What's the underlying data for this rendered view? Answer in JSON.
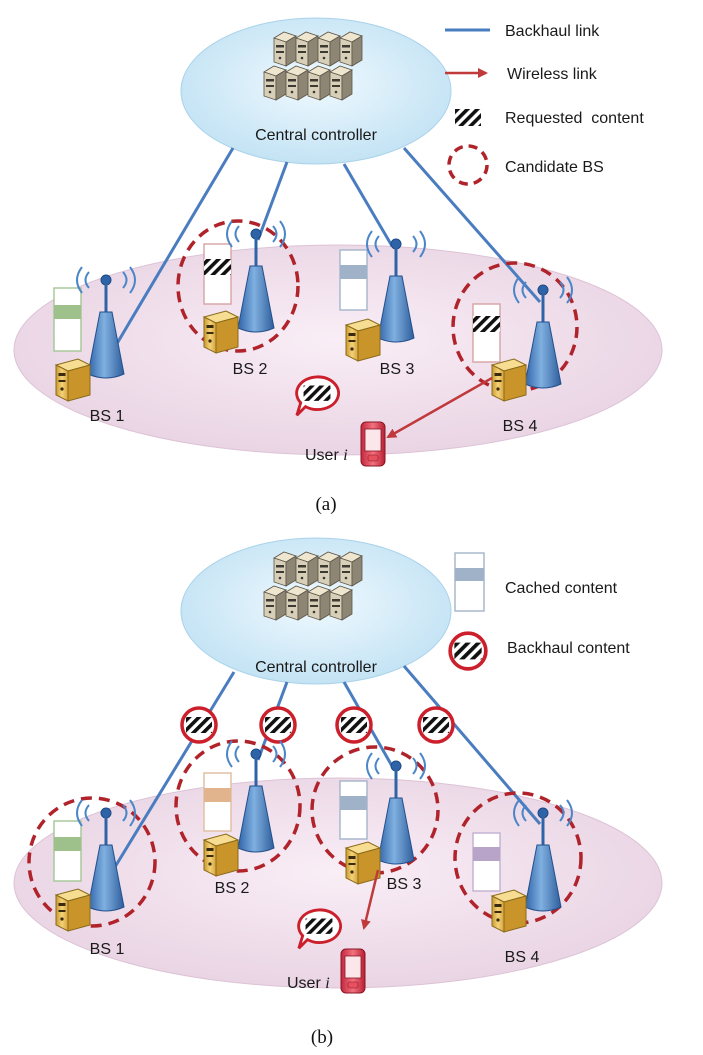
{
  "panel_a": {
    "caption": "(a)",
    "controller_label": "Central controller",
    "legend": {
      "backhaul_link": "Backhaul link",
      "wireless_link": "Wireless link",
      "requested_content": "Requested  content",
      "candidate_bs": "Candidate BS"
    },
    "bs_labels": [
      "BS 1",
      "BS 2",
      "BS 3",
      "BS 4"
    ],
    "user_label": "User ",
    "user_index": "i"
  },
  "panel_b": {
    "caption": "(b)",
    "controller_label": "Central controller",
    "legend": {
      "cached_content": "Cached content",
      "backhaul_content": "Backhaul content"
    },
    "bs_labels": [
      "BS 1",
      "BS 2",
      "BS 3",
      "BS 4"
    ],
    "user_label": "User ",
    "user_index": "i"
  },
  "colors": {
    "backhaul_link": "#4a7cc0",
    "wireless_link": "#c0393b",
    "candidate_ring": "#b0232a",
    "cloud": "#cce8f6",
    "ground": "#efdcea",
    "antenna": "#4a86c8",
    "cache_green": "#9ec08a",
    "cache_orange": "#e2b48d",
    "cache_blue": "#9fb2c8",
    "cache_purple": "#b8a4c8"
  },
  "icons": [
    "server-rack-icon",
    "antenna-tower-icon",
    "cache-memory-icon",
    "local-server-icon",
    "mobile-phone-icon",
    "striped-content-icon",
    "speech-bubble-icon"
  ]
}
